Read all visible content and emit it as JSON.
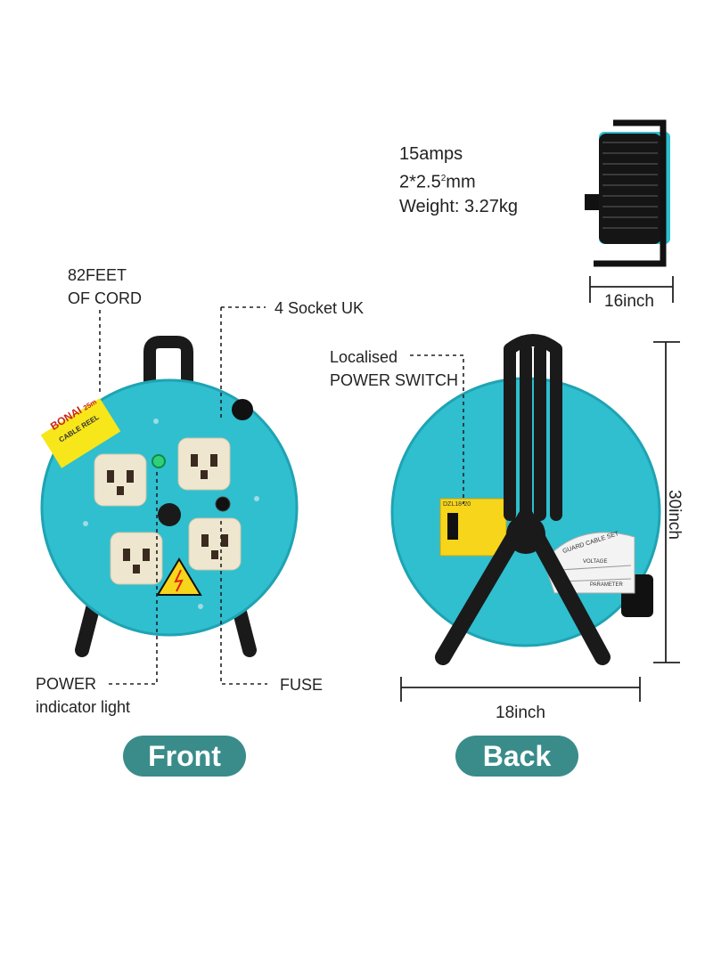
{
  "specs": {
    "amps": "15amps",
    "wire_prefix": "2*2.5",
    "wire_sup": "2",
    "wire_unit": "mm",
    "weight": "Weight: 3.27kg"
  },
  "callouts": {
    "cord_line1": "82FEET",
    "cord_line2": "OF CORD",
    "sockets": "4 Socket UK",
    "power_line1": "POWER",
    "power_line2": "indicator light",
    "fuse": "FUSE",
    "switch_line1": "Localised",
    "switch_line2": "POWER SWITCH"
  },
  "dimensions": {
    "width_small": "16inch",
    "height": "30inch",
    "width": "18inch"
  },
  "views": {
    "front": "Front",
    "back": "Back"
  },
  "product": {
    "brand": "BONAI",
    "sticker_text": "CABLE REEL",
    "sticker_len": "25m",
    "switch_model": "DZL18-20",
    "label_title": "GUARD CABLE SET",
    "label_voltage": "VOLTAGE",
    "label_param": "PARAMETER"
  },
  "colors": {
    "reel": "#2fbfcf",
    "socket": "#efe6cf",
    "frame": "#1a1a1a",
    "pill": "#3a8c8a"
  }
}
